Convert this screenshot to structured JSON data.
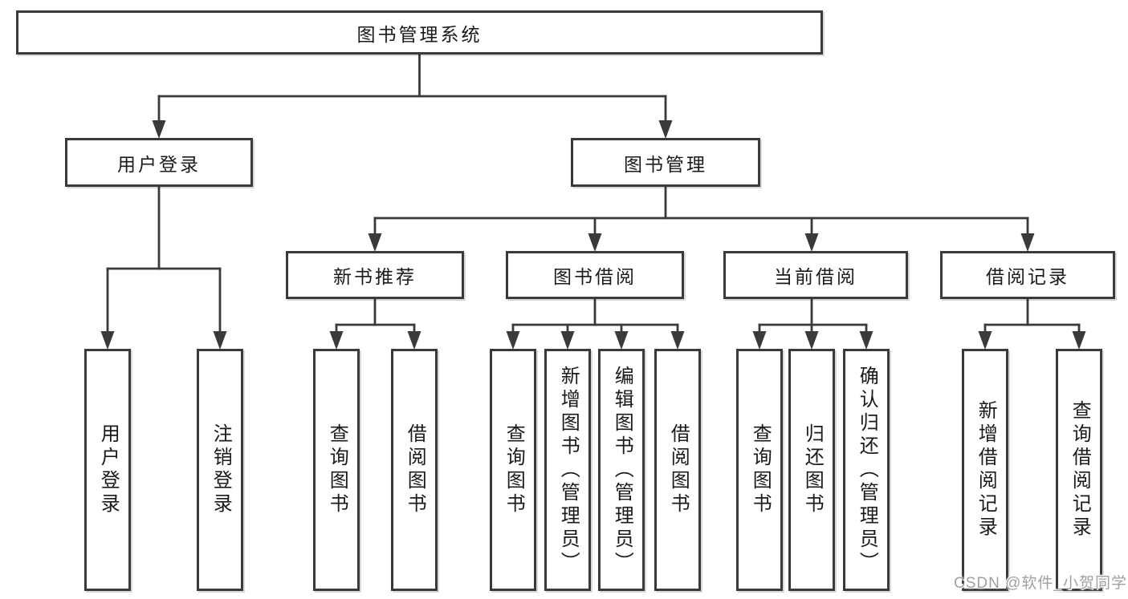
{
  "nodes": {
    "root": "图书管理系统",
    "level2": [
      "用户登录",
      "图书管理"
    ],
    "level3": [
      "新书推荐",
      "图书借阅",
      "当前借阅",
      "借阅记录"
    ],
    "user_login_children": [
      "用户登录",
      "注销登录"
    ],
    "new_book_children": [
      "查询图书",
      "借阅图书"
    ],
    "book_borrow_children": [
      "查询图书",
      "新增图书（管理员）",
      "编辑图书（管理员）",
      "借阅图书"
    ],
    "current_borrow_children": [
      "查询图书",
      "归还图书",
      "确认归还（管理员）"
    ],
    "borrow_record_children": [
      "新增借阅记录",
      "查询借阅记录"
    ]
  },
  "watermark": "CSDN @软件_小贺同学",
  "colors": {
    "line": "#3a3a3a",
    "text": "#1a1a1a",
    "background": "#ffffff",
    "watermark": "#a0a0a0"
  }
}
